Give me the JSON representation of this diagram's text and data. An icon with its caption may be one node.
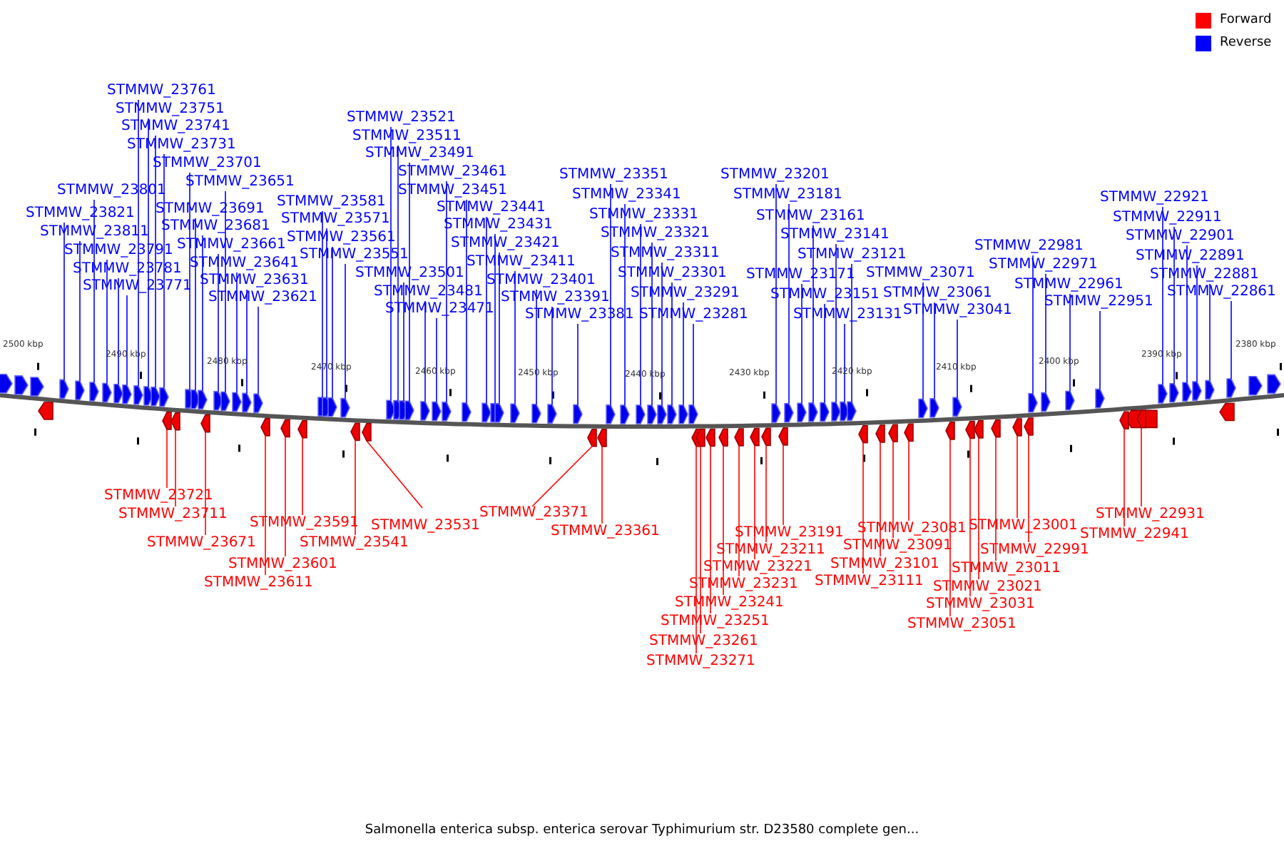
{
  "diagram": {
    "caption": "Salmonella enterica subsp. enterica serovar Typhimurium str. D23580 complete gen...",
    "nodes": [
      {
        "text": [
          "STMMW_23821"
        ]
      },
      {
        "text": [
          "STMMW_23811"
        ]
      },
      {
        "text": [
          "STMMW_23801"
        ]
      },
      {
        "text": [
          "STMMW_23791"
        ]
      },
      {
        "text": [
          "STMMW_23781"
        ]
      },
      {
        "text": [
          "STMMW_23771"
        ]
      },
      {
        "text": [
          "STMMW_23761"
        ]
      },
      {
        "text": [
          "STMMW_23751"
        ]
      },
      {
        "text": [
          "STMMW_23741"
        ]
      },
      {
        "text": [
          "STMMW_23731"
        ]
      },
      {
        "text": [
          "STMMW_23701"
        ]
      },
      {
        "text": [
          "STMMW_23691"
        ]
      },
      {
        "text": [
          "STMMW_23681"
        ]
      },
      {
        "text": [
          "STMMW_23661"
        ]
      },
      {
        "text": [
          "STMMW_23651"
        ]
      },
      {
        "text": [
          "STMMW_23641"
        ]
      },
      {
        "text": [
          "STMMW_23631"
        ]
      },
      {
        "text": [
          "STMMW_23621"
        ]
      },
      {
        "text": [
          "STMMW_23581"
        ]
      },
      {
        "text": [
          "STMMW_23571"
        ]
      },
      {
        "text": [
          "STMMW_23561"
        ]
      },
      {
        "text": [
          "STMMW_23551"
        ]
      },
      {
        "text": [
          "STMMW_23521"
        ]
      },
      {
        "text": [
          "STMMW_23511"
        ]
      },
      {
        "text": [
          "STMMW_23501"
        ]
      },
      {
        "text": [
          "STMMW_23491"
        ]
      },
      {
        "text": [
          "STMMW_23481"
        ]
      },
      {
        "text": [
          "STMMW_23471"
        ]
      },
      {
        "text": [
          "STMMW_23461"
        ]
      },
      {
        "text": [
          "STMMW_23451"
        ]
      },
      {
        "text": [
          "STMMW_23441"
        ]
      },
      {
        "text": [
          "STMMW_23431"
        ]
      },
      {
        "text": [
          "STMMW_23421"
        ]
      },
      {
        "text": [
          "STMMW_23411"
        ]
      },
      {
        "text": [
          "STMMW_23401"
        ]
      },
      {
        "text": [
          "STMMW_23391"
        ]
      },
      {
        "text": [
          "STMMW_23381"
        ]
      },
      {
        "text": [
          "STMMW_23351"
        ]
      },
      {
        "text": [
          "STMMW_23341"
        ]
      },
      {
        "text": [
          "STMMW_23331"
        ]
      },
      {
        "text": [
          "STMMW_23321"
        ]
      },
      {
        "text": [
          "STMMW_23311"
        ]
      },
      {
        "text": [
          "STMMW_23301"
        ]
      },
      {
        "text": [
          "STMMW_23291"
        ]
      },
      {
        "text": [
          "STMMW_23281"
        ]
      },
      {
        "text": [
          "STMMW_23201"
        ]
      },
      {
        "text": [
          "STMMW_23181"
        ]
      },
      {
        "text": [
          "STMMW_23171"
        ]
      },
      {
        "text": [
          "STMMW_23161"
        ]
      },
      {
        "text": [
          "STMMW_23151"
        ]
      },
      {
        "text": [
          "STMMW_23141"
        ]
      },
      {
        "text": [
          "STMMW_23131"
        ]
      },
      {
        "text": [
          "STMMW_23121"
        ]
      },
      {
        "text": [
          "STMMW_23071"
        ]
      },
      {
        "text": [
          "STMMW_23061"
        ]
      },
      {
        "text": [
          "STMMW_23041"
        ]
      },
      {
        "text": [
          "STMMW_22981"
        ]
      },
      {
        "text": [
          "STMMW_22971"
        ]
      },
      {
        "text": [
          "STMMW_22961"
        ]
      },
      {
        "text": [
          "STMMW_22951"
        ]
      },
      {
        "text": [
          "STMMW_22921"
        ]
      },
      {
        "text": [
          "STMMW_22911"
        ]
      },
      {
        "text": [
          "STMMW_22901"
        ]
      },
      {
        "text": [
          "STMMW_22891"
        ]
      },
      {
        "text": [
          "STMMW_22881"
        ]
      },
      {
        "text": [
          "STMMW_22861"
        ]
      },
      {
        "text": [
          "STMMW_23721"
        ]
      },
      {
        "text": [
          "STMMW_23711"
        ]
      },
      {
        "text": [
          "STMMW_23671"
        ]
      },
      {
        "text": [
          "STMMW_23611"
        ]
      },
      {
        "text": [
          "STMMW_23601"
        ]
      },
      {
        "text": [
          "STMMW_23591"
        ]
      },
      {
        "text": [
          "STMMW_23541"
        ]
      },
      {
        "text": [
          "STMMW_23531"
        ]
      },
      {
        "text": [
          "STMMW_23371"
        ]
      },
      {
        "text": [
          "STMMW_23361"
        ]
      },
      {
        "text": [
          "STMMW_23271"
        ]
      },
      {
        "text": [
          "STMMW_23261"
        ]
      },
      {
        "text": [
          "STMMW_23251"
        ]
      },
      {
        "text": [
          "STMMW_23241"
        ]
      },
      {
        "text": [
          "STMMW_23231"
        ]
      },
      {
        "text": [
          "STMMW_23221"
        ]
      },
      {
        "text": [
          "STMMW_23211"
        ]
      },
      {
        "text": [
          "STMMW_23191"
        ]
      },
      {
        "text": [
          "STMMW_23111"
        ]
      },
      {
        "text": [
          "STMMW_23101"
        ]
      },
      {
        "text": [
          "STMMW_23091"
        ]
      },
      {
        "text": [
          "STMMW_23081"
        ]
      },
      {
        "text": [
          "STMMW_23051"
        ]
      },
      {
        "text": [
          "STMMW_23031"
        ]
      },
      {
        "text": [
          "STMMW_23021"
        ]
      },
      {
        "text": [
          "STMMW_23011"
        ]
      },
      {
        "text": [
          "STMMW_23001"
        ]
      },
      {
        "text": [
          "STMMW_22991"
        ]
      },
      {
        "text": [
          "STMMW_22941"
        ]
      },
      {
        "text": [
          "STMMW_22931"
        ]
      },
      {
        "text": [],
        "shape": "arrow"
      },
      {
        "text": [],
        "shape": "arrow"
      },
      {
        "text": [],
        "shape": "arrow"
      },
      {
        "text": [],
        "shape": "arrow"
      },
      {
        "text": [],
        "shape": "arrow"
      },
      {
        "text": [],
        "shape": "arrow"
      },
      {
        "text": [],
        "shape": "arrow"
      },
      {
        "text": [],
        "shape": "arrow"
      },
      {
        "text": [],
        "shape": "arrow"
      },
      {
        "text": [],
        "shape": "arrow"
      },
      {
        "text": [],
        "shape": "arrow"
      },
      {
        "text": [],
        "shape": "arrow"
      },
      {
        "text": [],
        "shape": "arrow"
      },
      {
        "text": [],
        "shape": "arrow"
      },
      {
        "text": [],
        "shape": "arrow"
      },
      {
        "text": [],
        "shape": "arrow"
      },
      {
        "text": [],
        "shape": "arrow"
      },
      {
        "text": [],
        "shape": "arrow"
      },
      {
        "text": [],
        "shape": "arrow"
      },
      {
        "text": [],
        "shape": "arrow"
      },
      {
        "text": [],
        "shape": "arrow"
      },
      {
        "text": [],
        "shape": "arrow"
      },
      {
        "text": [],
        "shape": "arrow"
      },
      {
        "text": [],
        "shape": "arrow"
      },
      {
        "text": [],
        "shape": "arrow"
      },
      {
        "text": [],
        "shape": "arrow"
      },
      {
        "text": [],
        "shape": "arrow"
      },
      {
        "text": [],
        "shape": "arrow"
      },
      {
        "text": [],
        "shape": "arrow"
      },
      {
        "text": [],
        "shape": "arrow"
      },
      {
        "text": [],
        "shape": "arrow"
      },
      {
        "text": [],
        "shape": "arrow"
      },
      {
        "text": [],
        "shape": "arrow"
      },
      {
        "text": [],
        "shape": "arrow"
      },
      {
        "text": [],
        "shape": "arrow"
      },
      {
        "text": [],
        "shape": "arrow"
      },
      {
        "text": [],
        "shape": "arrow"
      },
      {
        "text": [],
        "shape": "arrow"
      },
      {
        "text": [],
        "shape": "arrow"
      },
      {
        "text": [],
        "shape": "arrow"
      },
      {
        "text": [],
        "shape": "arrow"
      },
      {
        "text": [],
        "shape": "arrow"
      },
      {
        "text": [],
        "shape": "arrow"
      },
      {
        "text": [],
        "shape": "arrow"
      },
      {
        "text": [],
        "shape": "arrow"
      },
      {
        "text": [],
        "shape": "arrow"
      },
      {
        "text": [],
        "shape": "arrow"
      },
      {
        "text": [],
        "shape": "arrow"
      },
      {
        "text": [],
        "shape": "arrow"
      },
      {
        "text": [],
        "shape": "arrow"
      },
      {
        "text": [],
        "shape": "arrow"
      },
      {
        "text": [],
        "shape": "arrow"
      },
      {
        "text": [],
        "shape": "arrow"
      },
      {
        "text": [],
        "shape": "arrow"
      },
      {
        "text": [],
        "shape": "arrow"
      },
      {
        "text": [],
        "shape": "arrow"
      },
      {
        "text": [],
        "shape": "arrow"
      },
      {
        "text": [],
        "shape": "arrow"
      },
      {
        "text": [],
        "shape": "arrow"
      },
      {
        "text": [],
        "shape": "arrow"
      },
      {
        "text": [],
        "shape": "arrow"
      },
      {
        "text": [],
        "shape": "arrow"
      },
      {
        "text": [],
        "shape": "arrow"
      },
      {
        "text": [],
        "shape": "arrow"
      },
      {
        "text": [],
        "shape": "arrow"
      },
      {
        "text": [],
        "shape": "arrow"
      },
      {
        "text": [],
        "shape": "arrow"
      },
      {
        "text": [],
        "shape": "arrow"
      },
      {
        "text": [],
        "shape": "arrow"
      },
      {
        "text": [],
        "shape": "arrow"
      },
      {
        "text": [],
        "shape": "arrow"
      },
      {
        "text": [],
        "shape": "arrow"
      },
      {
        "text": [],
        "shape": "arrow"
      },
      {
        "text": [],
        "shape": "arrow"
      },
      {
        "text": [],
        "shape": "arrow"
      },
      {
        "text": [],
        "shape": "arrow"
      },
      {
        "text": [],
        "shape": "arrow"
      },
      {
        "text": [],
        "shape": "arrow"
      },
      {
        "text": [],
        "shape": "arrow"
      },
      {
        "text": [],
        "shape": "arrow"
      },
      {
        "text": [],
        "shape": "arrow"
      },
      {
        "text": [],
        "shape": "arrow"
      },
      {
        "text": [],
        "shape": "arrow"
      },
      {
        "text": [],
        "shape": "arrow"
      },
      {
        "text": [],
        "shape": "arrow"
      },
      {
        "text": [],
        "shape": "arrow"
      },
      {
        "text": [],
        "shape": "arrow"
      },
      {
        "text": [],
        "shape": "arrow"
      },
      {
        "text": [],
        "shape": "arrow"
      },
      {
        "text": [],
        "shape": "arrow"
      },
      {
        "text": [],
        "shape": "arrow"
      },
      {
        "text": [],
        "shape": "arrow"
      },
      {
        "text": [],
        "shape": "arrow"
      },
      {
        "text": [],
        "shape": "arrow"
      },
      {
        "text": [],
        "shape": "arrow"
      },
      {
        "text": [],
        "shape": "arrow"
      }
    ],
    "edges": [
      {
        "from": 0,
        "to": 96,
        "arrow": "none"
      },
      {
        "from": 1,
        "to": 97,
        "arrow": "none"
      },
      {
        "from": 2,
        "to": 98,
        "arrow": "none"
      },
      {
        "from": 3,
        "to": 99,
        "arrow": "none"
      },
      {
        "from": 4,
        "to": 100,
        "arrow": "none"
      },
      {
        "from": 5,
        "to": 101,
        "arrow": "none"
      },
      {
        "from": 6,
        "to": 102,
        "arrow": "none"
      },
      {
        "from": 7,
        "to": 103,
        "arrow": "none"
      },
      {
        "from": 8,
        "to": 104,
        "arrow": "none"
      },
      {
        "from": 9,
        "to": 105,
        "arrow": "none"
      },
      {
        "from": 10,
        "to": 106,
        "arrow": "none"
      },
      {
        "from": 11,
        "to": 107,
        "arrow": "none"
      },
      {
        "from": 12,
        "to": 108,
        "arrow": "none"
      },
      {
        "from": 13,
        "to": 109,
        "arrow": "none"
      },
      {
        "from": 14,
        "to": 110,
        "arrow": "none"
      },
      {
        "from": 15,
        "to": 111,
        "arrow": "none"
      },
      {
        "from": 16,
        "to": 112,
        "arrow": "none"
      },
      {
        "from": 17,
        "to": 113,
        "arrow": "none"
      },
      {
        "from": 18,
        "to": 114,
        "arrow": "none"
      },
      {
        "from": 19,
        "to": 115,
        "arrow": "none"
      },
      {
        "from": 20,
        "to": 116,
        "arrow": "none"
      },
      {
        "from": 21,
        "to": 117,
        "arrow": "none"
      },
      {
        "from": 22,
        "to": 118,
        "arrow": "none"
      },
      {
        "from": 23,
        "to": 119,
        "arrow": "none"
      },
      {
        "from": 24,
        "to": 120,
        "arrow": "none"
      },
      {
        "from": 25,
        "to": 121,
        "arrow": "none"
      },
      {
        "from": 26,
        "to": 122,
        "arrow": "none"
      },
      {
        "from": 27,
        "to": 123,
        "arrow": "none"
      },
      {
        "from": 28,
        "to": 124,
        "arrow": "none"
      },
      {
        "from": 29,
        "to": 125,
        "arrow": "none"
      },
      {
        "from": 30,
        "to": 126,
        "arrow": "none"
      },
      {
        "from": 31,
        "to": 127,
        "arrow": "none"
      },
      {
        "from": 32,
        "to": 128,
        "arrow": "none"
      },
      {
        "from": 33,
        "to": 129,
        "arrow": "none"
      },
      {
        "from": 34,
        "to": 130,
        "arrow": "none"
      },
      {
        "from": 35,
        "to": 131,
        "arrow": "none"
      },
      {
        "from": 36,
        "to": 132,
        "arrow": "none"
      },
      {
        "from": 37,
        "to": 133,
        "arrow": "none"
      },
      {
        "from": 38,
        "to": 134,
        "arrow": "none"
      },
      {
        "from": 39,
        "to": 135,
        "arrow": "none"
      },
      {
        "from": 40,
        "to": 136,
        "arrow": "none"
      },
      {
        "from": 41,
        "to": 137,
        "arrow": "none"
      },
      {
        "from": 42,
        "to": 138,
        "arrow": "none"
      },
      {
        "from": 43,
        "to": 139,
        "arrow": "none"
      },
      {
        "from": 44,
        "to": 140,
        "arrow": "none"
      },
      {
        "from": 45,
        "to": 141,
        "arrow": "none"
      },
      {
        "from": 46,
        "to": 142,
        "arrow": "none"
      },
      {
        "from": 47,
        "to": 143,
        "arrow": "none"
      },
      {
        "from": 48,
        "to": 144,
        "arrow": "none"
      },
      {
        "from": 49,
        "to": 145,
        "arrow": "none"
      },
      {
        "from": 50,
        "to": 146,
        "arrow": "none"
      },
      {
        "from": 51,
        "to": 147,
        "arrow": "none"
      },
      {
        "from": 52,
        "to": 148,
        "arrow": "none"
      },
      {
        "from": 53,
        "to": 149,
        "arrow": "none"
      },
      {
        "from": 54,
        "to": 150,
        "arrow": "none"
      },
      {
        "from": 55,
        "to": 151,
        "arrow": "none"
      },
      {
        "from": 56,
        "to": 152,
        "arrow": "none"
      },
      {
        "from": 57,
        "to": 153,
        "arrow": "none"
      },
      {
        "from": 58,
        "to": 154,
        "arrow": "none"
      },
      {
        "from": 59,
        "to": 155,
        "arrow": "none"
      },
      {
        "from": 60,
        "to": 156,
        "arrow": "none"
      },
      {
        "from": 61,
        "to": 157,
        "arrow": "none"
      },
      {
        "from": 62,
        "to": 158,
        "arrow": "none"
      },
      {
        "from": 63,
        "to": 159,
        "arrow": "none"
      },
      {
        "from": 64,
        "to": 160,
        "arrow": "none"
      },
      {
        "from": 65,
        "to": 161,
        "arrow": "none"
      },
      {
        "from": 66,
        "to": 162,
        "arrow": "none",
        "color": "#ff0000"
      },
      {
        "from": 67,
        "to": 163,
        "arrow": "none",
        "color": "#ff0000"
      },
      {
        "from": 68,
        "to": 164,
        "arrow": "none",
        "color": "#ff0000"
      },
      {
        "from": 69,
        "to": 165,
        "arrow": "none",
        "color": "#ff0000"
      },
      {
        "from": 70,
        "to": 166,
        "arrow": "none",
        "color": "#ff0000"
      },
      {
        "from": 71,
        "to": 167,
        "arrow": "none",
        "color": "#ff0000"
      },
      {
        "from": 72,
        "to": 168,
        "arrow": "none",
        "color": "#ff0000"
      },
      {
        "from": 73,
        "to": 169,
        "arrow": "none",
        "color": "#ff0000"
      },
      {
        "from": 74,
        "to": 170,
        "arrow": "none",
        "color": "#ff0000"
      },
      {
        "from": 75,
        "to": 171,
        "arrow": "none",
        "color": "#ff0000"
      },
      {
        "from": 76,
        "to": 172,
        "arrow": "none",
        "color": "#ff0000"
      },
      {
        "from": 77,
        "to": 173,
        "arrow": "none",
        "color": "#ff0000"
      },
      {
        "from": 78,
        "to": 174,
        "arrow": "none",
        "color": "#ff0000"
      },
      {
        "from": 79,
        "to": 175,
        "arrow": "none",
        "color": "#ff0000"
      },
      {
        "from": 80,
        "to": 176,
        "arrow": "none",
        "color": "#ff0000"
      },
      {
        "from": 81,
        "to": 177,
        "arrow": "none",
        "color": "#ff0000"
      },
      {
        "from": 82,
        "to": 178,
        "arrow": "none",
        "color": "#ff0000"
      },
      {
        "from": 83,
        "to": 179,
        "arrow": "none",
        "color": "#ff0000"
      },
      {
        "from": 84,
        "to": 180,
        "arrow": "none",
        "color": "#ff0000"
      },
      {
        "from": 85,
        "to": 181,
        "arrow": "none",
        "color": "#ff0000"
      },
      {
        "from": 86,
        "to": 182,
        "arrow": "none",
        "color": "#ff0000"
      },
      {
        "from": 87,
        "to": 183,
        "arrow": "none",
        "color": "#ff0000"
      },
      {
        "from": 88,
        "to": 184,
        "arrow": "none",
        "color": "#ff0000"
      },
      {
        "from": 89,
        "to": 185,
        "arrow": "none",
        "color": "#ff0000"
      },
      {
        "from": 90,
        "to": 186,
        "arrow": "none",
        "color": "#ff0000"
      },
      {
        "from": 91,
        "to": 187,
        "arrow": "none",
        "color": "#ff0000"
      },
      {
        "from": 92,
        "to": 188,
        "arrow": "none",
        "color": "#ff0000"
      },
      {
        "from": 93,
        "to": 189,
        "arrow": "none",
        "color": "#ff0000"
      },
      {
        "from": 94,
        "to": 190,
        "arrow": "none",
        "color": "#ff0000"
      },
      {
        "from": 95,
        "to": 191,
        "arrow": "none",
        "color": "#ff0000"
      }
    ],
    "labels": [
      "2500 kbp",
      "2490 kbp",
      "2480 kbp",
      "2470 kbp",
      "2460 kbp",
      "2450 kbp",
      "2440 kbp",
      "2430 kbp",
      "2420 kbp",
      "2410 kbp",
      "2400 kbp",
      "2390 kbp",
      "2380 kbp"
    ],
    "legend": [
      {
        "text": "Forward",
        "color": "#ff0000"
      },
      {
        "text": "Reverse",
        "color": "#0000ff"
      }
    ]
  }
}
